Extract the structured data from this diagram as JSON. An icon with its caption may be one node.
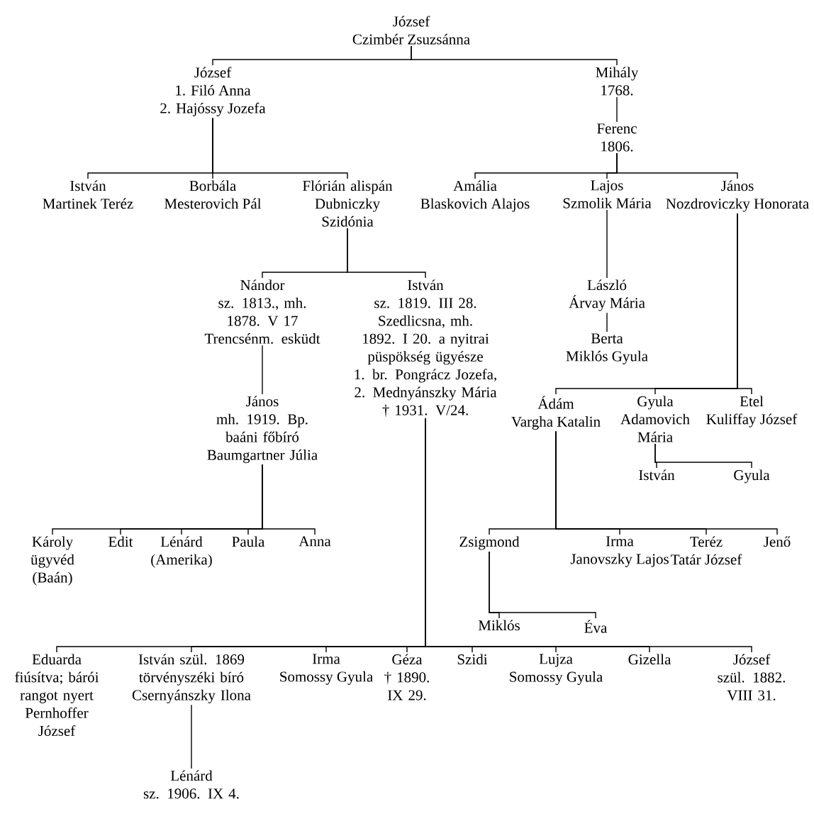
{
  "diagram": {
    "nodes": [
      {
        "text": [
          "József",
          "Czimbér Zsuzsánna"
        ]
      },
      {
        "text": [
          "József",
          "1. Filó Anna",
          "2. Hajóssy Jozefa"
        ]
      },
      {
        "text": [
          "Mihály",
          "1768."
        ]
      },
      {
        "text": [
          "Ferenc",
          "1806."
        ]
      },
      {
        "text": [
          "István",
          "Martinek Teréz"
        ]
      },
      {
        "text": [
          "Borbála",
          "Mesterovich Pál"
        ]
      },
      {
        "text": [
          "Flórián alispán",
          "Dubniczky Szidónia"
        ]
      },
      {
        "text": [
          "Amália",
          "Blaskovich Alajos"
        ]
      },
      {
        "text": [
          "Lajos",
          "Szmolik Mária"
        ]
      },
      {
        "text": [
          "János",
          "Nozdroviczky Honorata"
        ]
      },
      {
        "text": [
          "Nándor",
          "sz. 1813., mh. 1878. V 17 Trencsénm. esküdt"
        ]
      },
      {
        "text": [
          "István",
          "sz. 1819. III 28. Szedlicsna, mh. 1892. I 20. a nyitrai püspökség ügyésze",
          "1. br. Pongrácz Jozefa,",
          "2. Mednyánszky Mária",
          "† 1931. V/24."
        ]
      },
      {
        "text": [
          "László",
          "Árvay Mária"
        ]
      },
      {
        "text": [
          "Berta",
          "Miklós Gyula"
        ]
      },
      {
        "text": [
          "Ádám",
          "Vargha Katalin"
        ]
      },
      {
        "text": [
          "Gyula",
          "Adamovich Mária"
        ]
      },
      {
        "text": [
          "Etel",
          "Kuliffay József"
        ]
      },
      {
        "text": [
          "István"
        ]
      },
      {
        "text": [
          "Gyula"
        ]
      },
      {
        "text": [
          "János",
          "mh. 1919. Bp. baáni főbíró",
          "Baumgartner Júlia"
        ]
      },
      {
        "text": [
          "Károly",
          "ügyvéd (Baán)"
        ]
      },
      {
        "text": [
          "Edit"
        ]
      },
      {
        "text": [
          "Lénárd",
          "(Amerika)"
        ]
      },
      {
        "text": [
          "Paula"
        ]
      },
      {
        "text": [
          "Anna"
        ]
      },
      {
        "text": [
          "Zsigmond"
        ]
      },
      {
        "text": [
          "Irma",
          "Janovszky Lajos"
        ]
      },
      {
        "text": [
          "Teréz",
          "Tatár József"
        ]
      },
      {
        "text": [
          "Jenő"
        ]
      },
      {
        "text": [
          "Miklós"
        ]
      },
      {
        "text": [
          "Éva"
        ]
      },
      {
        "text": [
          "Eduarda",
          "fiúsítva; bárói rangot nyert",
          "Pernhoffer József"
        ]
      },
      {
        "text": [
          "István szül. 1869 törvényszéki bíró",
          "Csernyánszky Ilona"
        ]
      },
      {
        "text": [
          "Irma",
          "Somossy Gyula"
        ]
      },
      {
        "text": [
          "Géza",
          "† 1890. IX 29."
        ]
      },
      {
        "text": [
          "Szidi"
        ]
      },
      {
        "text": [
          "Lujza",
          "Somossy Gyula"
        ]
      },
      {
        "text": [
          "Gizella"
        ]
      },
      {
        "text": [
          "József",
          "szül. 1882. VIII 31."
        ]
      },
      {
        "text": [
          "Lénárd",
          "sz. 1906. IX 4."
        ]
      }
    ],
    "edges": [
      {
        "from": 0,
        "to": 1,
        "arrow": "none"
      },
      {
        "from": 0,
        "to": 2,
        "arrow": "none"
      },
      {
        "from": 2,
        "to": 3,
        "arrow": "none"
      },
      {
        "from": 1,
        "to": 4,
        "arrow": "none"
      },
      {
        "from": 1,
        "to": 5,
        "arrow": "none"
      },
      {
        "from": 1,
        "to": 6,
        "arrow": "none"
      },
      {
        "from": 3,
        "to": 7,
        "arrow": "none"
      },
      {
        "from": 3,
        "to": 8,
        "arrow": "none"
      },
      {
        "from": 3,
        "to": 9,
        "arrow": "none"
      },
      {
        "from": 6,
        "to": 10,
        "arrow": "none"
      },
      {
        "from": 6,
        "to": 11,
        "arrow": "none"
      },
      {
        "from": 8,
        "to": 12,
        "arrow": "none"
      },
      {
        "from": 12,
        "to": 13,
        "arrow": "none"
      },
      {
        "from": 9,
        "to": 14,
        "arrow": "none"
      },
      {
        "from": 9,
        "to": 15,
        "arrow": "none"
      },
      {
        "from": 9,
        "to": 16,
        "arrow": "none"
      },
      {
        "from": 15,
        "to": 17,
        "arrow": "none"
      },
      {
        "from": 15,
        "to": 18,
        "arrow": "none"
      },
      {
        "from": 10,
        "to": 19,
        "arrow": "none"
      },
      {
        "from": 19,
        "to": 20,
        "arrow": "none"
      },
      {
        "from": 19,
        "to": 21,
        "arrow": "none"
      },
      {
        "from": 19,
        "to": 22,
        "arrow": "none"
      },
      {
        "from": 19,
        "to": 23,
        "arrow": "none"
      },
      {
        "from": 19,
        "to": 24,
        "arrow": "none"
      },
      {
        "from": 14,
        "to": 25,
        "arrow": "none"
      },
      {
        "from": 14,
        "to": 26,
        "arrow": "none"
      },
      {
        "from": 14,
        "to": 27,
        "arrow": "none"
      },
      {
        "from": 14,
        "to": 28,
        "arrow": "none"
      },
      {
        "from": 25,
        "to": 29,
        "arrow": "none"
      },
      {
        "from": 25,
        "to": 30,
        "arrow": "none"
      },
      {
        "from": 11,
        "to": 31,
        "arrow": "none"
      },
      {
        "from": 11,
        "to": 32,
        "arrow": "none"
      },
      {
        "from": 11,
        "to": 33,
        "arrow": "none"
      },
      {
        "from": 11,
        "to": 34,
        "arrow": "none"
      },
      {
        "from": 11,
        "to": 35,
        "arrow": "none"
      },
      {
        "from": 11,
        "to": 36,
        "arrow": "none"
      },
      {
        "from": 11,
        "to": 37,
        "arrow": "none"
      },
      {
        "from": 11,
        "to": 38,
        "arrow": "none"
      },
      {
        "from": 32,
        "to": 39,
        "arrow": "none"
      }
    ]
  }
}
